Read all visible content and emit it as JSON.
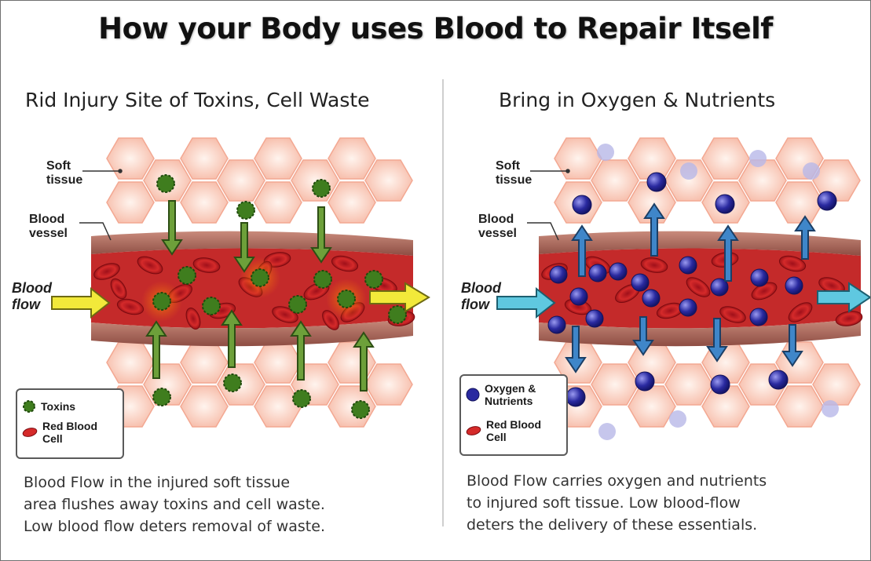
{
  "title": "How your Body uses Blood to Repair Itself",
  "panels": [
    {
      "heading": "Rid Injury Site of Toxins, Cell Waste",
      "labels": {
        "soft_tissue": [
          "Soft",
          "tissue"
        ],
        "blood_vessel": [
          "Blood",
          "vessel"
        ],
        "blood_flow": [
          "Blood",
          "flow"
        ]
      },
      "legend": [
        {
          "icon": "toxin-icon",
          "label": "Toxins"
        },
        {
          "icon": "red-blood-cell-icon",
          "label": "Red Blood Cell"
        }
      ],
      "caption": [
        "Blood Flow in the injured soft tissue",
        "area flushes away toxins and cell waste.",
        "Low blood flow deters removal of waste."
      ],
      "colors": {
        "flow_arrow": "#f2e93a",
        "transport_arrow": "#6da03a",
        "particle": "#3f7d1e"
      }
    },
    {
      "heading": "Bring in Oxygen & Nutrients",
      "labels": {
        "soft_tissue": [
          "Soft",
          "tissue"
        ],
        "blood_vessel": [
          "Blood",
          "vessel"
        ],
        "blood_flow": [
          "Blood",
          "flow"
        ]
      },
      "legend": [
        {
          "icon": "oxygen-nutrient-icon",
          "label": "Oxygen & Nutrients"
        },
        {
          "icon": "red-blood-cell-icon",
          "label": "Red Blood Cell"
        }
      ],
      "caption": [
        "Blood Flow carries oxygen and nutrients",
        "to injured soft tissue.  Low blood-flow",
        "deters the delivery of these essentials."
      ],
      "colors": {
        "flow_arrow": "#5fc8e0",
        "transport_arrow": "#3f86c9",
        "particle": "#2a2aa0"
      }
    }
  ]
}
